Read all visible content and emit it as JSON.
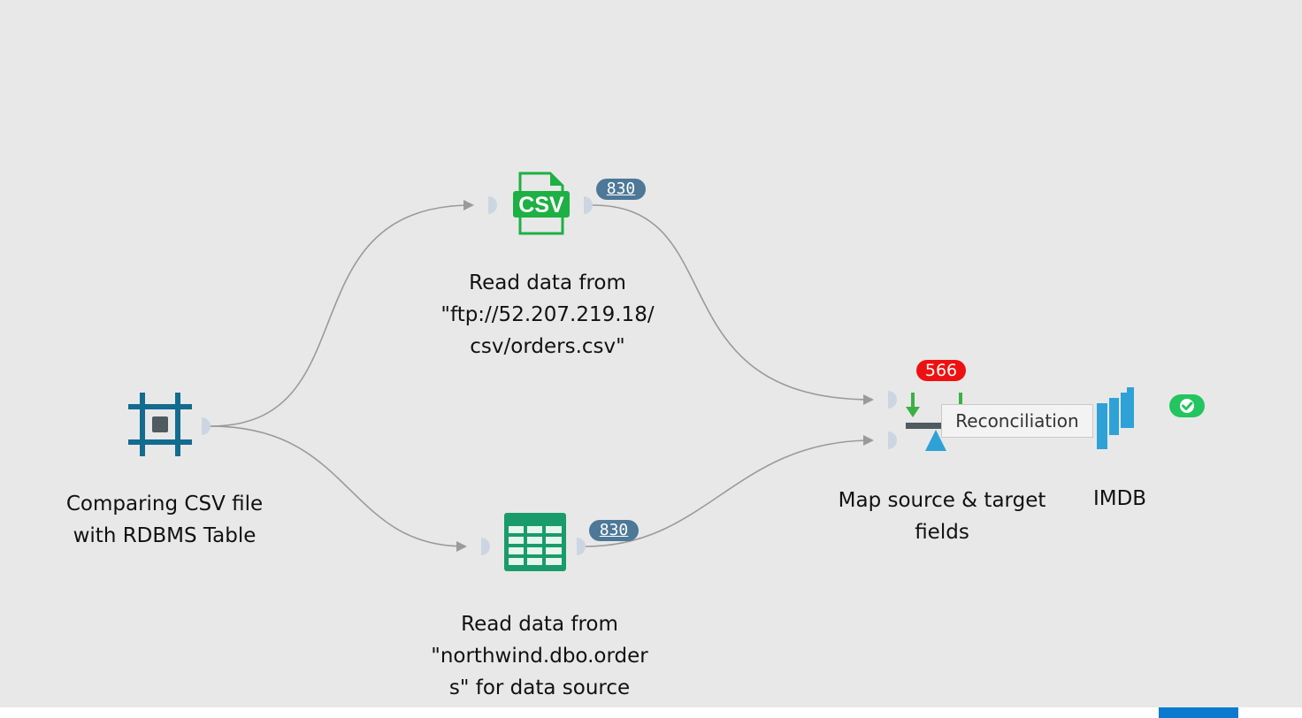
{
  "nodes": {
    "start": {
      "label": "Comparing CSV file\nwith RDBMS Table",
      "icon": "start-frame-icon"
    },
    "csv_reader": {
      "label": "Read data from\n\"ftp://52.207.219.18/\ncsv/orders.csv\"",
      "icon": "csv-file-icon",
      "icon_text": "CSV",
      "record_count": "830"
    },
    "table_reader": {
      "label": "Read data from\n\"northwind.dbo.order\ns\" for data source",
      "icon": "table-grid-icon",
      "record_count": "830"
    },
    "mapper": {
      "label": "Map source & target\nfields",
      "icon": "balance-scale-icon",
      "error_count": "566",
      "tooltip": "Reconciliation"
    },
    "imdb": {
      "label": "IMDB",
      "icon": "imdb-bars-icon",
      "status": "success"
    }
  },
  "colors": {
    "background": "#e8e8e8",
    "csv_green": "#1db044",
    "table_green": "#1a9b6c",
    "start_blue": "#136b8f",
    "badge_blue": "#4d7897",
    "badge_red": "#ee1111",
    "success_green": "#22c55e",
    "edge_gray": "#9a9a9a"
  }
}
